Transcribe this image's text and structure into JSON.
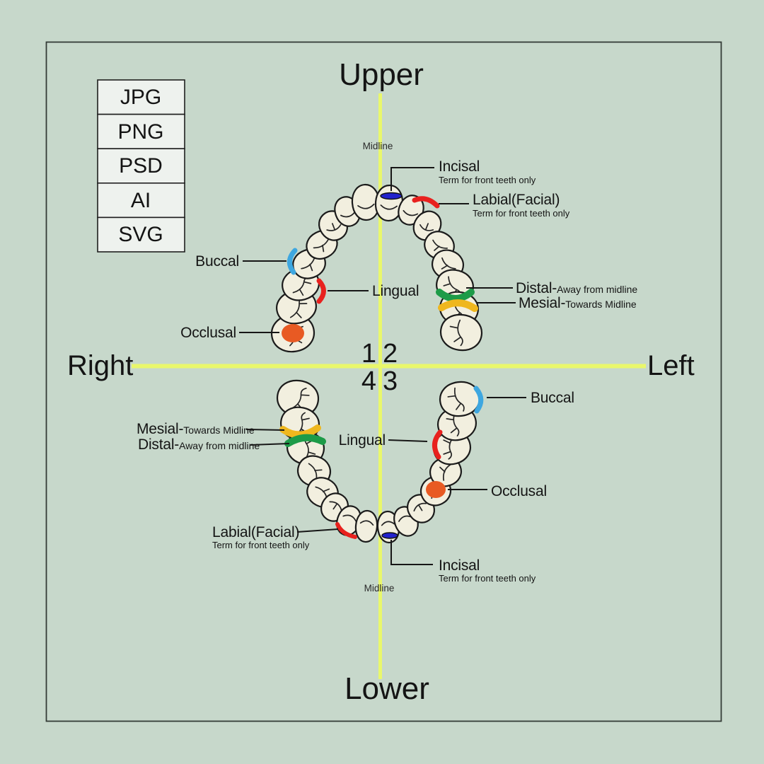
{
  "title": "Tooth surface terminology diagram",
  "colors": {
    "background": "#c7d8cb",
    "panel_fill": "#eef2ee",
    "border": "#333b36",
    "line_yellow": "#e9f76b",
    "tooth_fill": "#f2efdf",
    "tooth_outline": "#1b1b1b",
    "incisal": "#2222cc",
    "labial_lingual": "#e8211e",
    "buccal": "#3ea7e0",
    "occlusal": "#e85a23",
    "distal": "#1d9b48",
    "mesial": "#efb71e"
  },
  "formats": [
    "JPG",
    "PNG",
    "PSD",
    "AI",
    "SVG"
  ],
  "axis": {
    "top": "Upper",
    "bottom": "Lower",
    "west": "Right",
    "east": "Left",
    "midline_top": "Midline",
    "midline_bottom": "Midline",
    "quadrant_1": "1",
    "quadrant_2": "2",
    "quadrant_3": "3",
    "quadrant_4": "4"
  },
  "callouts": {
    "incisal_upper": {
      "label": "Incisal",
      "sub": "Term for front teeth only"
    },
    "labial_upper": {
      "label": "Labial(Facial)",
      "sub": "Term for front teeth only"
    },
    "buccal_upper": {
      "label": "Buccal"
    },
    "lingual_upper": {
      "label": "Lingual"
    },
    "occlusal_upper": {
      "label": "Occlusal"
    },
    "distal_upper": {
      "label": "Distal-",
      "sub": "Away from midline"
    },
    "mesial_upper": {
      "label": "Mesial-",
      "sub": "Towards Midline"
    },
    "mesial_lower": {
      "label": "Mesial-",
      "sub": "Towards Midline"
    },
    "distal_lower": {
      "label": "Distal-",
      "sub": "Away from midline"
    },
    "lingual_lower": {
      "label": "Lingual"
    },
    "occlusal_lower": {
      "label": "Occlusal"
    },
    "buccal_lower": {
      "label": "Buccal"
    },
    "labial_lower": {
      "label": "Labial(Facial)",
      "sub": "Term for front teeth only"
    },
    "incisal_lower": {
      "label": "Incisal",
      "sub": "Term for front teeth only"
    }
  }
}
